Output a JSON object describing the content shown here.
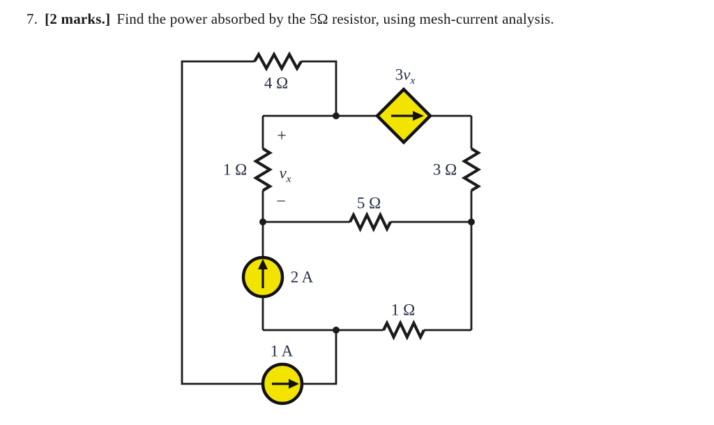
{
  "problem": {
    "number": "7.",
    "marks": "[2 marks.]",
    "statement": "Find the power absorbed by the 5Ω resistor, using mesh-current analysis."
  },
  "labels": {
    "r_top": "4 Ω",
    "r_left": "1 Ω",
    "r_right": "3 Ω",
    "r_middle": "5 Ω",
    "r_bottom": "1 Ω",
    "src_2a": "2 A",
    "src_1a": "1 A",
    "dep_coeff": "3",
    "dep_var": "v",
    "dep_sub": "x",
    "vx_var": "v",
    "vx_sub": "x",
    "plus": "+",
    "minus": "−"
  },
  "colors": {
    "wire": "#1b1b1b",
    "source_fill": "#f3e400",
    "source_stroke": "#111111",
    "label_text": "#232b42"
  }
}
